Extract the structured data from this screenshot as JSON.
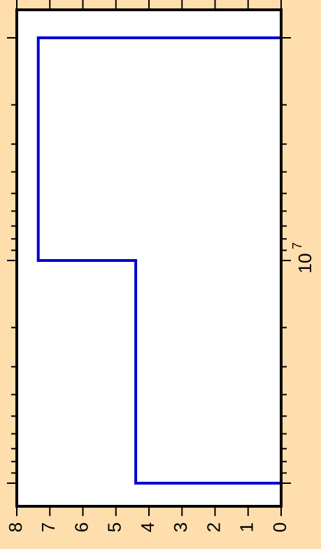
{
  "chart_data": {
    "type": "line",
    "rotation": "rotated 90 degrees counter-clockwise",
    "x_scale": "log",
    "x_tick_labels": [
      {
        "value": 10000000,
        "base": "10",
        "exponent": "7"
      }
    ],
    "y_ticks": [
      0,
      1,
      2,
      3,
      4,
      5,
      6,
      7,
      8
    ],
    "y_tick_labels": [
      "0",
      "1",
      "2",
      "3",
      "4",
      "5",
      "6",
      "7",
      "8"
    ],
    "ylim": [
      0,
      8
    ],
    "series": [
      {
        "color": "#0000CC",
        "points": [
          {
            "x": 1000000,
            "y": 0
          },
          {
            "x": 1000000,
            "y": 7.35
          },
          {
            "x": 10000000,
            "y": 7.35
          },
          {
            "x": 10000000,
            "y": 4.4
          },
          {
            "x": 100000000,
            "y": 4.4
          },
          {
            "x": 100000000,
            "y": 0
          }
        ]
      }
    ],
    "grid": false,
    "legend": "none"
  },
  "colors": {
    "background": "#FFDEAD",
    "plot_background": "#FFFFFF",
    "line": "#0000CC",
    "axes": "#000000"
  }
}
